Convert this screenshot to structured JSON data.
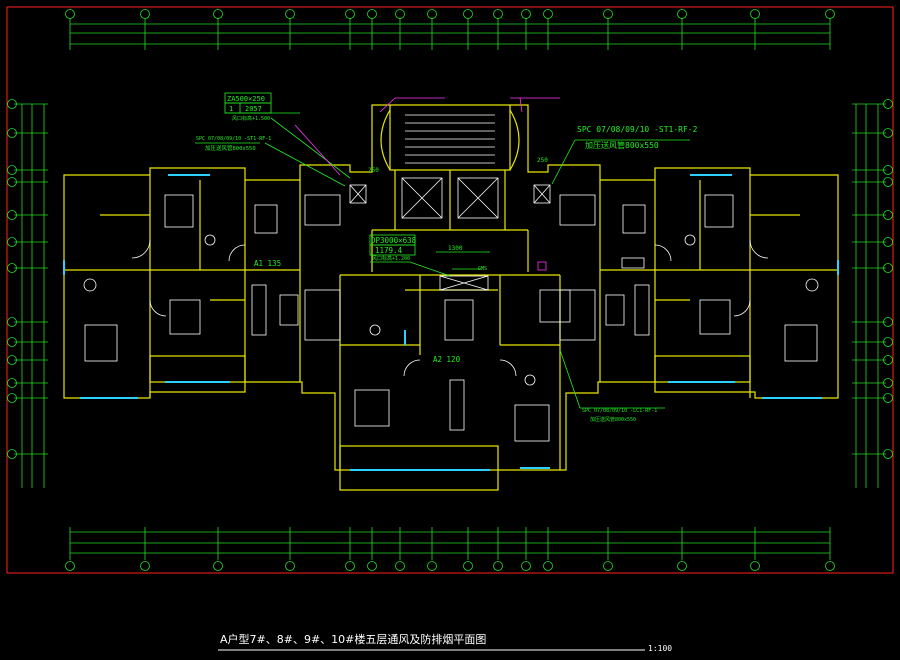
{
  "colors": {
    "background": "#000000",
    "frame": "#ff2020",
    "dimension": "#22dd22",
    "axis_label": "#22dd22",
    "wall": "#e8e800",
    "furniture": "#ffffff",
    "duct": "#ffffff",
    "annotation_green": "#22ee22",
    "annotation_magenta": "#ff33ff",
    "window": "#2ad0ff",
    "title": "#ffffff"
  },
  "drawing": {
    "title": "A户型7#、8#、9#、10#楼五层通风及防排烟平面图",
    "scale": "1:100"
  },
  "annotations": {
    "duct_box_top": "ZA500×250",
    "duct_box_mid_left": "1",
    "duct_box_mid_right": "2057",
    "duct_note_left": "风口标高+1.500",
    "spc_left": "SPC 07/08/09/10 -ST1-RF-1",
    "pressure_left": "加压送风管800x550",
    "spc_right": "SPC 07/08/09/10 -ST1-RF-2",
    "pressure_right": "加压送风管800x550",
    "dp_box_top": "DP3000×638",
    "dp_box_bottom": "1179.4",
    "dp_note": "风口标高+1.200",
    "dim_1300": "1300",
    "dim_250_left": "250",
    "dim_250_right": "250",
    "gms_label": "GMS",
    "room_a1": "A1  135",
    "room_a2": "A2  120",
    "spc_bottom": "SPC 07/08/09/10 -LC1-RF-1",
    "pressure_bottom": "加压送风管800x550"
  }
}
